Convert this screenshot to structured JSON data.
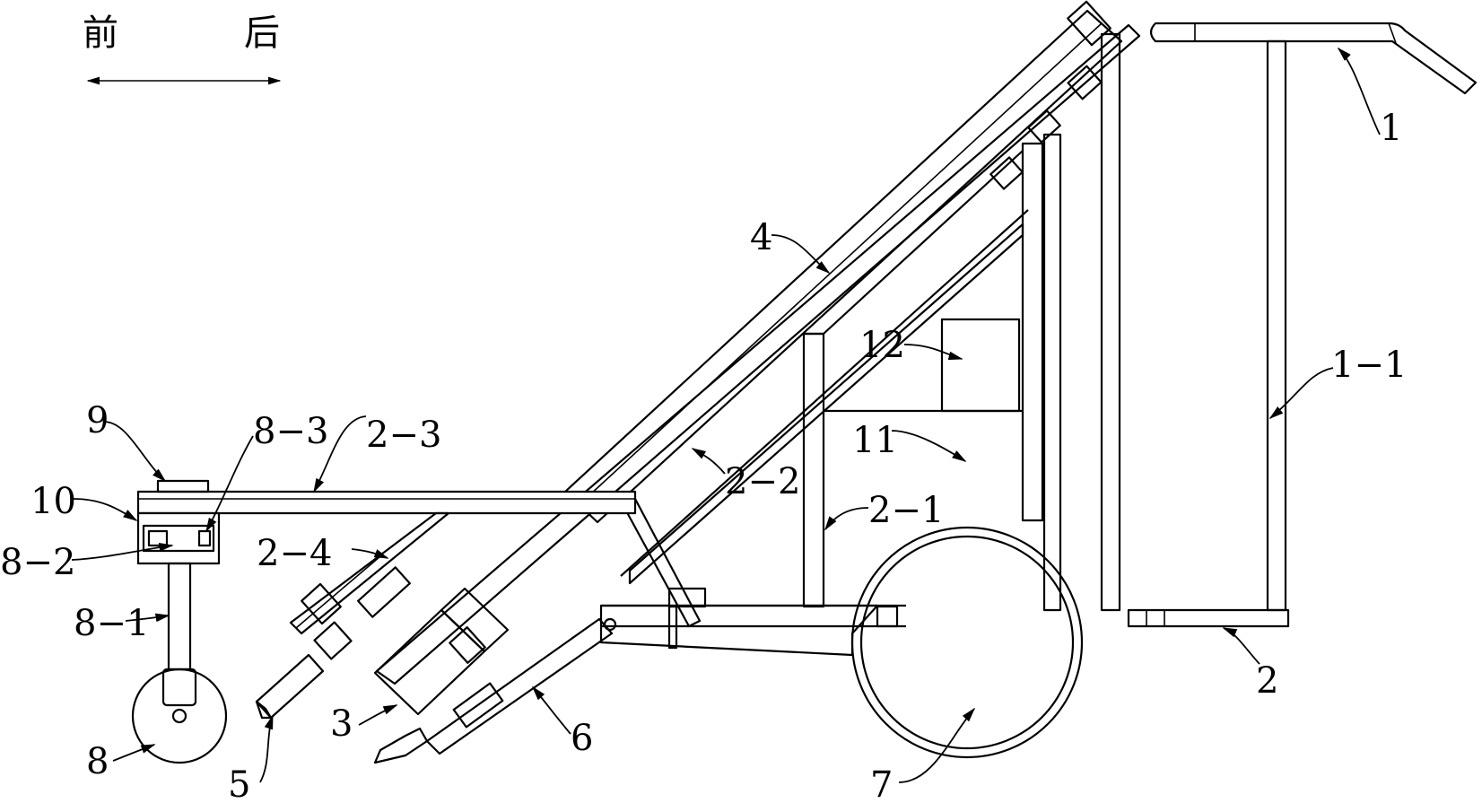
{
  "direction": {
    "front": "前",
    "rear": "后"
  },
  "labels": {
    "l1": "1",
    "l1_1": "1−1",
    "l2": "2",
    "l2_1": "2−1",
    "l2_2": "2−2",
    "l2_3": "2−3",
    "l2_4": "2−4",
    "l3": "3",
    "l4": "4",
    "l5": "5",
    "l6": "6",
    "l7": "7",
    "l8": "8",
    "l8_1": "8−1",
    "l8_2": "8−2",
    "l8_3": "8−3",
    "l9": "9",
    "l10": "10",
    "l11": "11",
    "l12": "12"
  }
}
